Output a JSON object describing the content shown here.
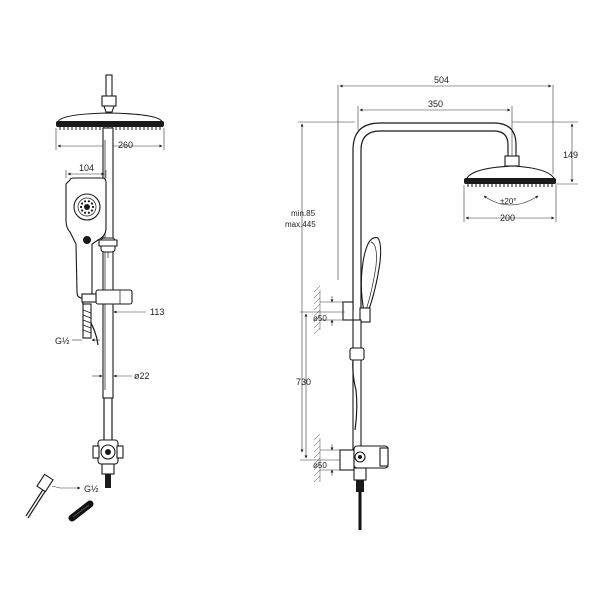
{
  "left_view": {
    "head_width": "260",
    "handshower_width": "104",
    "bar_offset": "113",
    "bar_diameter": "ø22",
    "inlet_thread": "G½",
    "hose_thread": "G½"
  },
  "right_view": {
    "overall_width": "504",
    "arm_reach": "350",
    "head_height": "149",
    "head_diameter": "200",
    "tilt_angle": "±20°",
    "height_range_min": "min.85",
    "height_range_max": "max.445",
    "mount_diameter_upper": "ø50",
    "mount_diameter_lower": "ø50",
    "mount_spacing": "730"
  }
}
